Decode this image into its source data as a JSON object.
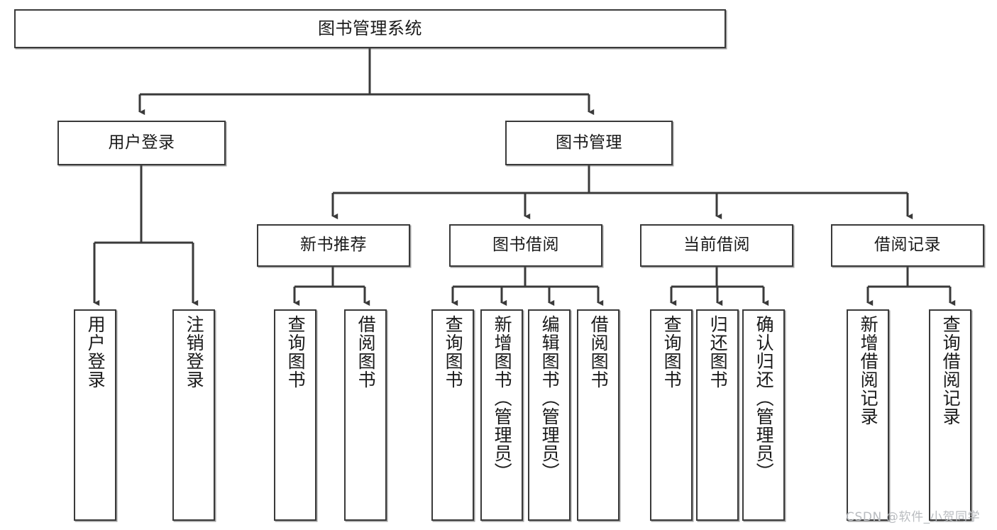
{
  "diagram": {
    "title": "图书管理系统",
    "type": "tree",
    "orientation": "top-down",
    "line_color": "#3a3a3a",
    "node_fill": "#ffffff",
    "node_border": "#3a3a3a",
    "text_color": "#1a1a1a"
  },
  "watermark": {
    "text": "CSDN @软件_小贺同学",
    "color": "#b9bcc0"
  },
  "nodes": {
    "root": {
      "label": "图书管理系统"
    },
    "level2": [
      {
        "label": "用户登录"
      },
      {
        "label": "图书管理"
      }
    ],
    "level3": [
      {
        "label": "新书推荐"
      },
      {
        "label": "图书借阅"
      },
      {
        "label": "当前借阅"
      },
      {
        "label": "借阅记录"
      }
    ],
    "leaves": {
      "user_login": [
        {
          "label": "用户登录"
        },
        {
          "label": "注销登录"
        }
      ],
      "new_book_recommend": [
        {
          "label": "查询图书"
        },
        {
          "label": "借阅图书"
        }
      ],
      "book_borrow": [
        {
          "label": "查询图书"
        },
        {
          "label": "新增图书（管理员）"
        },
        {
          "label": "编辑图书（管理员）"
        },
        {
          "label": "借阅图书"
        }
      ],
      "current_borrow": [
        {
          "label": "查询图书"
        },
        {
          "label": "归还图书"
        },
        {
          "label": "确认归还（管理员）"
        }
      ],
      "borrow_record": [
        {
          "label": "新增借阅记录"
        },
        {
          "label": "查询借阅记录"
        }
      ]
    }
  }
}
